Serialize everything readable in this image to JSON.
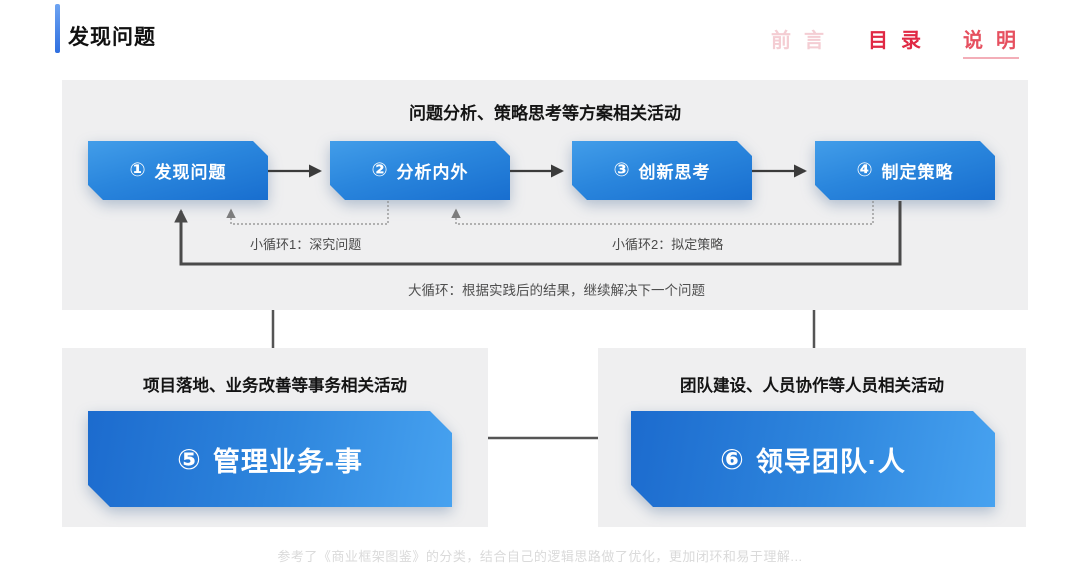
{
  "header": {
    "title": "发现问题",
    "nav": [
      {
        "label": "前言",
        "state": "dimmed"
      },
      {
        "label": "目录",
        "state": "active"
      },
      {
        "label": "说明",
        "state": "current-underlined"
      }
    ]
  },
  "top_panel": {
    "title": "问题分析、策略思考等方案相关活动",
    "steps": [
      {
        "num": "①",
        "label": "发现问题"
      },
      {
        "num": "②",
        "label": "分析内外"
      },
      {
        "num": "③",
        "label": "创新思考"
      },
      {
        "num": "④",
        "label": "制定策略"
      }
    ],
    "loop1_label": "小循环1：深究问题",
    "loop2_label": "小循环2：拟定策略",
    "big_loop_label": "大循环：根据实践后的结果，继续解决下一个问题"
  },
  "bottom_left_panel": {
    "title": "项目落地、业务改善等事务相关活动",
    "step": {
      "num": "⑤",
      "label": "管理业务-事"
    }
  },
  "bottom_right_panel": {
    "title": "团队建设、人员协作等人员相关活动",
    "step": {
      "num": "⑥",
      "label": "领导团队·人"
    }
  },
  "footer": "参考了《商业框架图鉴》的分类，结合自己的逻辑思路做了优化，更加闭环和易于理解...",
  "colors": {
    "accent_blue": "#2f87de",
    "box_gradient_light": "#47a2f0",
    "box_gradient_dark": "#1c6bce",
    "panel_gray": "#efeff0",
    "nav_dim_pink": "#f4cdd3",
    "nav_active_red": "#e02944",
    "nav_current_red": "#e6505f",
    "nav_underline_pink": "#f3aeb8",
    "connector_dark": "#3b3b3b",
    "loop_dotted_gray": "#8a8a8a",
    "footer_gray": "#dadada"
  }
}
